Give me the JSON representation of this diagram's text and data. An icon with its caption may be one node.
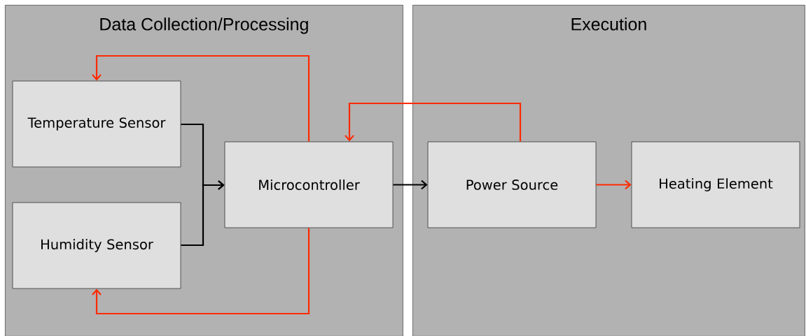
{
  "diagram": {
    "nodes": [
      {
        "text": [
          "Data Collection/Processing"
        ]
      },
      {
        "text": [
          "Temperature Sensor"
        ],
        "in": 0
      },
      {
        "text": [
          "Humidity Sensor"
        ],
        "in": 0
      },
      {
        "text": [
          "Microcontroller"
        ],
        "in": 0
      },
      {
        "text": [
          "Execution"
        ]
      },
      {
        "text": [
          "Power Source"
        ],
        "in": 4
      },
      {
        "text": [
          "Heating Element"
        ],
        "in": 4
      }
    ],
    "edges": [
      {
        "from": 1,
        "to": 3,
        "arrow": "to",
        "color": "#000000"
      },
      {
        "from": 2,
        "to": 3,
        "arrow": "to",
        "color": "#000000"
      },
      {
        "from": 3,
        "to": 1,
        "arrow": "to"
      },
      {
        "from": 3,
        "to": 2,
        "arrow": "to"
      },
      {
        "from": 3,
        "to": 5,
        "arrow": "to",
        "color": "#000000"
      },
      {
        "from": 5,
        "to": 3,
        "arrow": "to"
      },
      {
        "from": 5,
        "to": 6,
        "arrow": "to"
      }
    ]
  }
}
